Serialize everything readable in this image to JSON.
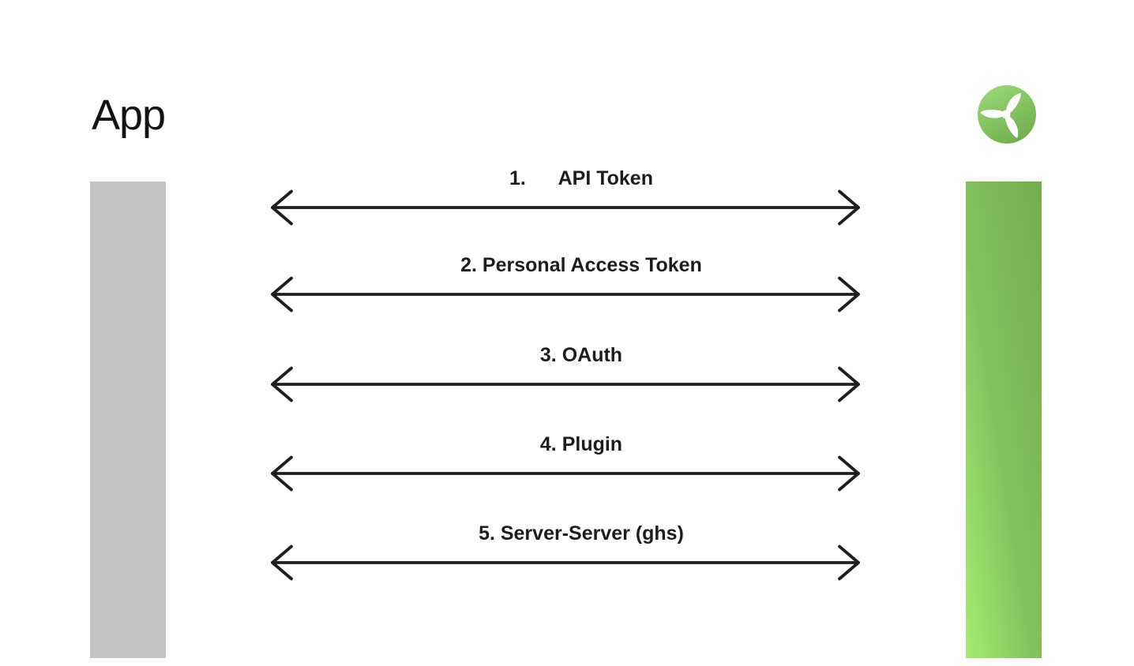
{
  "page": {
    "background": "#ffffff"
  },
  "left_entity": {
    "title": "App",
    "bar_color": "#c4c4c5"
  },
  "right_entity": {
    "logo_icon": "propeller-icon",
    "bar_gradient_top": "#72ad4e",
    "bar_gradient_bottom": "#a4ec71",
    "logo_gradient_light": "#9ad877",
    "logo_gradient_dark": "#6fad4b"
  },
  "connections": {
    "arrow_color": "#1e1e1e",
    "arrow_style": "double-headed",
    "items": [
      {
        "label": "1.      API Token"
      },
      {
        "label": "2. Personal Access Token"
      },
      {
        "label": "3. OAuth"
      },
      {
        "label": "4. Plugin"
      },
      {
        "label": "5. Server-Server (ghs)"
      }
    ]
  }
}
